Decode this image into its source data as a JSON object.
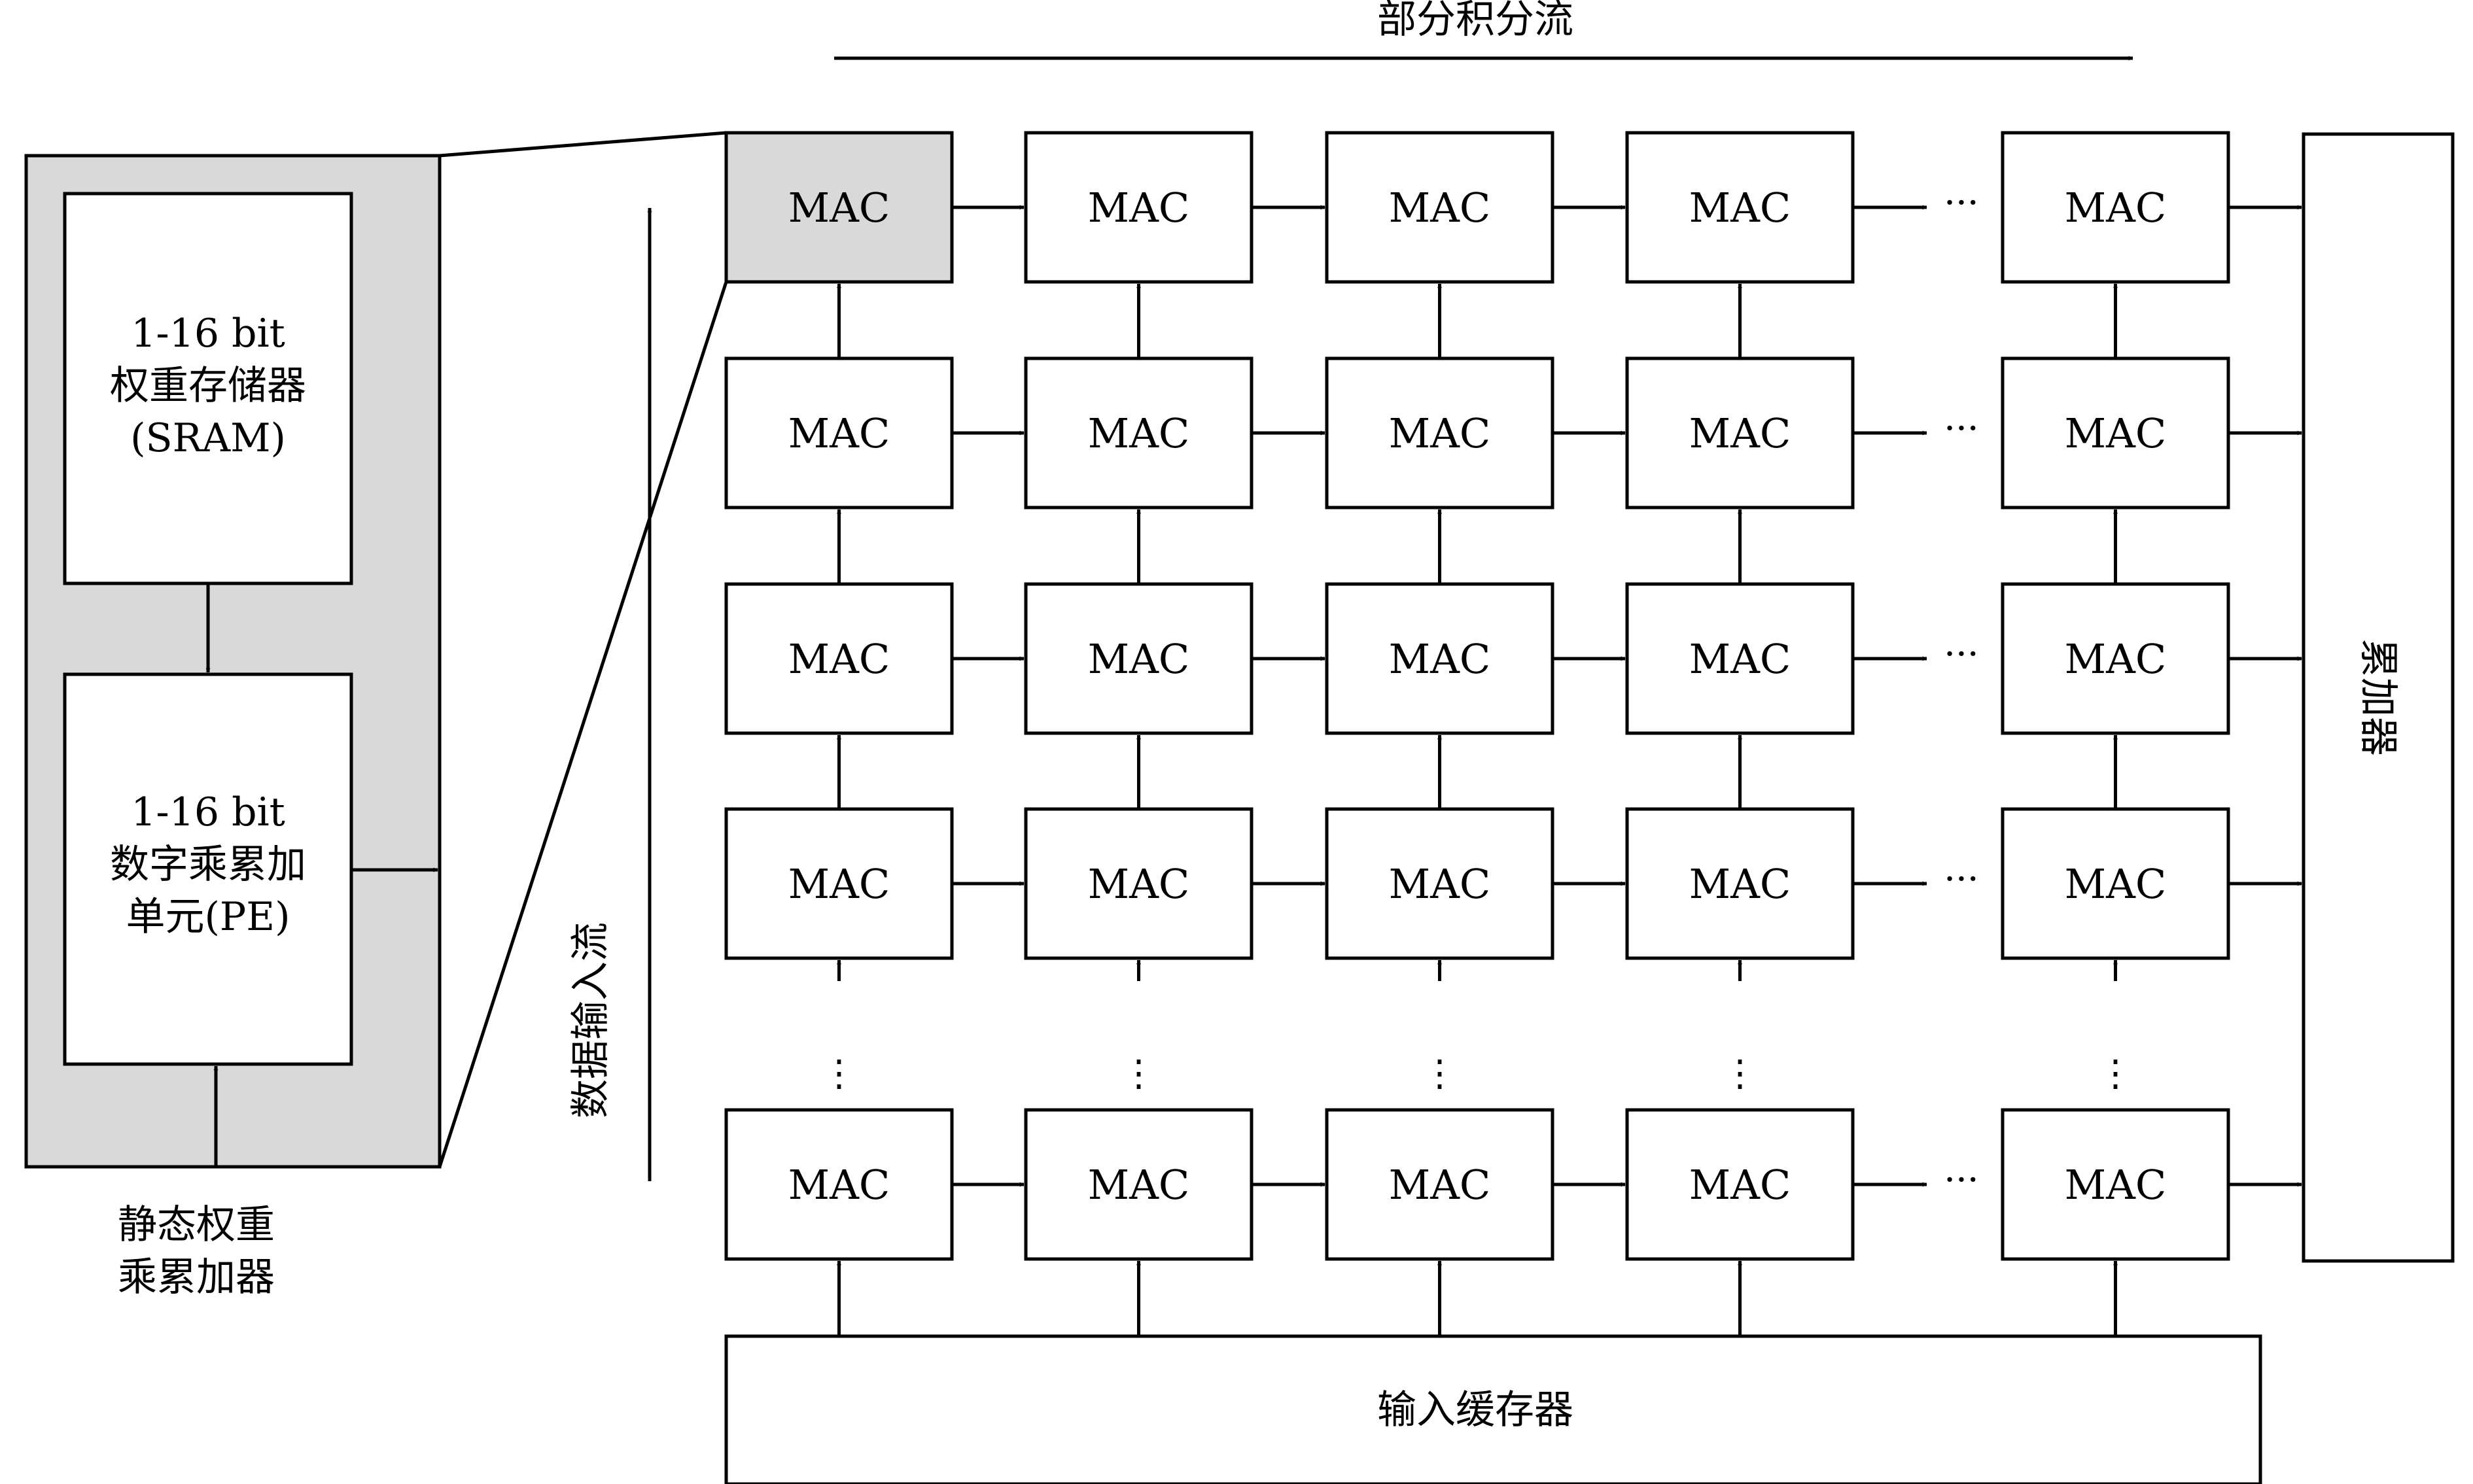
{
  "top_flow_label": "部分积分流",
  "side_flow_label": "数据输入流",
  "pe_detail": {
    "caption_line1": "静态权重",
    "caption_line2": "乘累加器",
    "memory_lines": [
      "1-16 bit",
      "权重存储器",
      "(SRAM)"
    ],
    "pe_lines": [
      "1-16 bit",
      "数字乘累加",
      "单元(PE)"
    ]
  },
  "mac_label": "MAC",
  "ellipsis_h": "···",
  "ellipsis_v": "⋮",
  "accumulator_label": "累加器",
  "input_buffer_label": "输入缓存器",
  "colors": {
    "highlight": "#d9d9d9",
    "stroke": "#000000",
    "background": "#ffffff"
  }
}
